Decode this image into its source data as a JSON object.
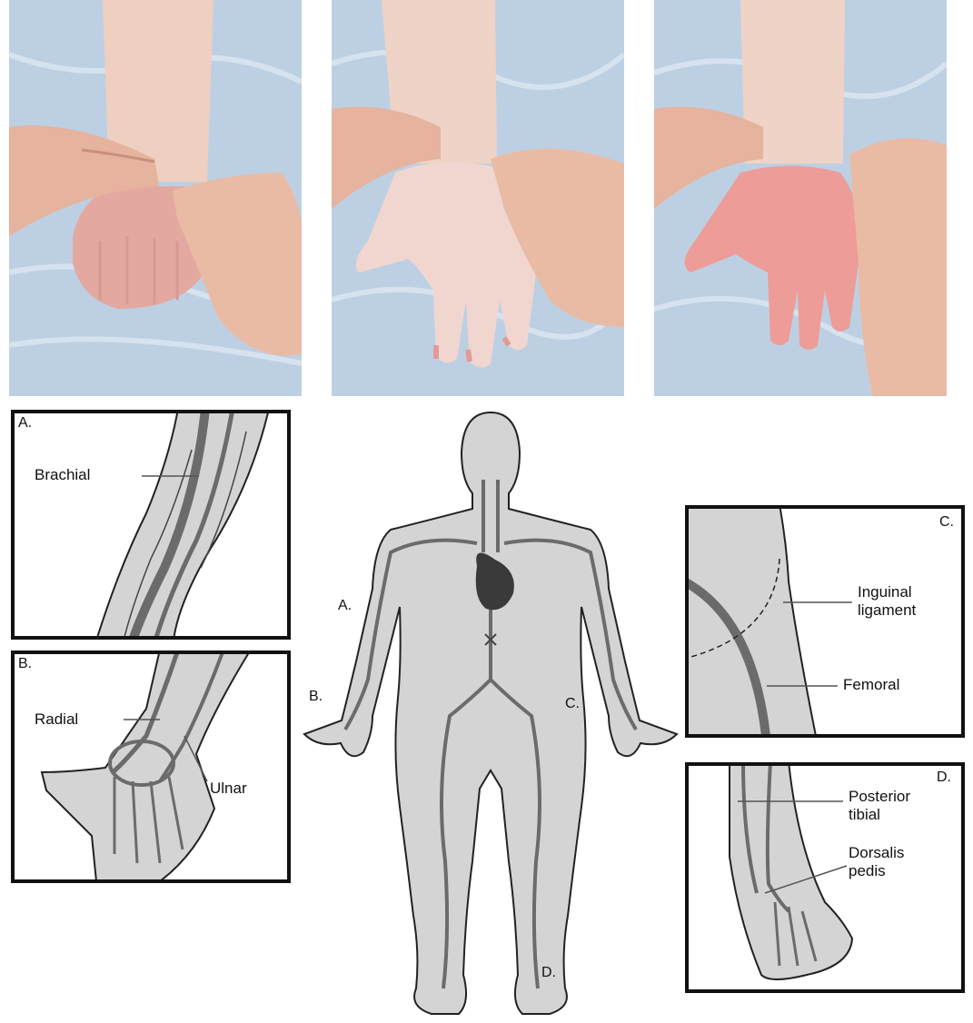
{
  "photos": [
    {
      "fist": true
    },
    {
      "fist": false
    },
    {
      "fist": false
    }
  ],
  "panels": {
    "a": {
      "letter": "A.",
      "labels": [
        "Brachial"
      ]
    },
    "b": {
      "letter": "B.",
      "labels": [
        "Radial",
        "Ulnar"
      ]
    },
    "c": {
      "letter": "C.",
      "labels": [
        "Inguinal\nligament",
        "Femoral"
      ]
    },
    "d": {
      "letter": "D.",
      "labels": [
        "Posterior\ntibial",
        "Dorsalis\npedis"
      ]
    }
  },
  "body_figure": {
    "letters": [
      "A.",
      "B.",
      "C.",
      "D."
    ]
  },
  "colors": {
    "body_fill": "#d4d4d4",
    "vessel": "#6b6b6b",
    "heart": "#3a3a3a",
    "outline": "#222222",
    "sheet": "#b9cde0",
    "skin": "#e8b6a6"
  }
}
